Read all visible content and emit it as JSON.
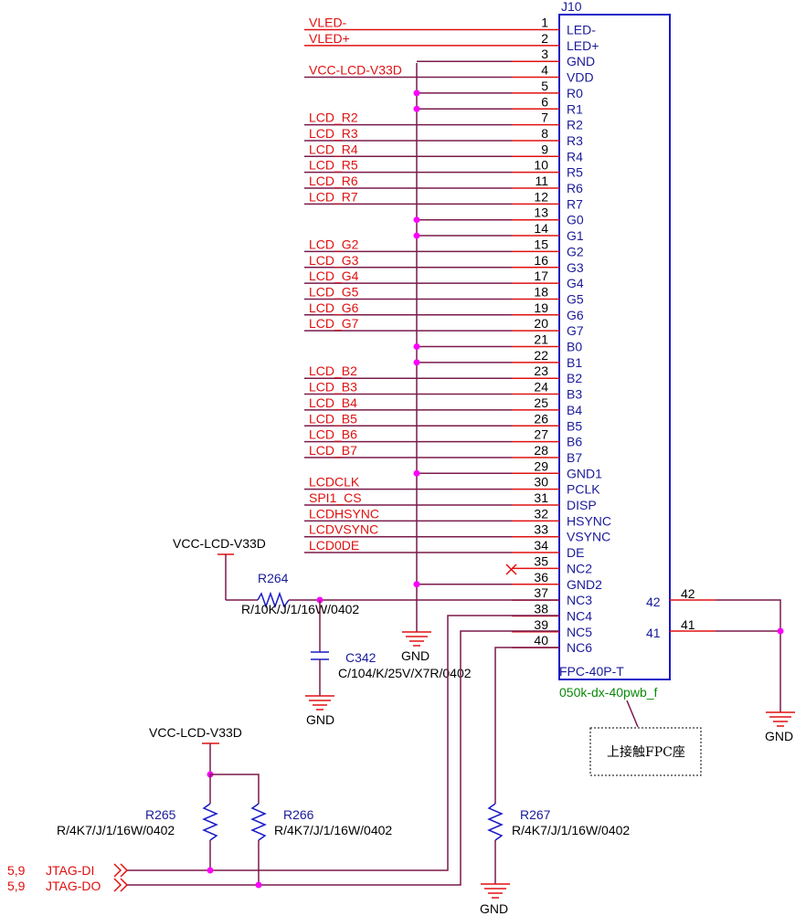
{
  "connector": {
    "ref": "J10",
    "part": "FPC-40P-T",
    "footprint": "050k-dx-40pwb_f",
    "note": "上接触FPC座",
    "pins": [
      {
        "num": "1",
        "name": "LED-",
        "net": "VLED-"
      },
      {
        "num": "2",
        "name": "LED+",
        "net": "VLED+"
      },
      {
        "num": "3",
        "name": "GND",
        "net": ""
      },
      {
        "num": "4",
        "name": "VDD",
        "net": "VCC-LCD-V33D"
      },
      {
        "num": "5",
        "name": "R0",
        "net": ""
      },
      {
        "num": "6",
        "name": "R1",
        "net": ""
      },
      {
        "num": "7",
        "name": "R2",
        "net": "LCD_R2"
      },
      {
        "num": "8",
        "name": "R3",
        "net": "LCD_R3"
      },
      {
        "num": "9",
        "name": "R4",
        "net": "LCD_R4"
      },
      {
        "num": "10",
        "name": "R5",
        "net": "LCD_R5"
      },
      {
        "num": "11",
        "name": "R6",
        "net": "LCD_R6"
      },
      {
        "num": "12",
        "name": "R7",
        "net": "LCD_R7"
      },
      {
        "num": "13",
        "name": "G0",
        "net": ""
      },
      {
        "num": "14",
        "name": "G1",
        "net": ""
      },
      {
        "num": "15",
        "name": "G2",
        "net": "LCD_G2"
      },
      {
        "num": "16",
        "name": "G3",
        "net": "LCD_G3"
      },
      {
        "num": "17",
        "name": "G4",
        "net": "LCD_G4"
      },
      {
        "num": "18",
        "name": "G5",
        "net": "LCD_G5"
      },
      {
        "num": "19",
        "name": "G6",
        "net": "LCD_G6"
      },
      {
        "num": "20",
        "name": "G7",
        "net": "LCD_G7"
      },
      {
        "num": "21",
        "name": "B0",
        "net": ""
      },
      {
        "num": "22",
        "name": "B1",
        "net": ""
      },
      {
        "num": "23",
        "name": "B2",
        "net": "LCD_B2"
      },
      {
        "num": "24",
        "name": "B3",
        "net": "LCD_B3"
      },
      {
        "num": "25",
        "name": "B4",
        "net": "LCD_B4"
      },
      {
        "num": "26",
        "name": "B5",
        "net": "LCD_B5"
      },
      {
        "num": "27",
        "name": "B6",
        "net": "LCD_B6"
      },
      {
        "num": "28",
        "name": "B7",
        "net": "LCD_B7"
      },
      {
        "num": "29",
        "name": "GND1",
        "net": ""
      },
      {
        "num": "30",
        "name": "PCLK",
        "net": "LCDCLK"
      },
      {
        "num": "31",
        "name": "DISP",
        "net": "SPI1_CS"
      },
      {
        "num": "32",
        "name": "HSYNC",
        "net": "LCDHSYNC"
      },
      {
        "num": "33",
        "name": "VSYNC",
        "net": "LCDVSYNC"
      },
      {
        "num": "34",
        "name": "DE",
        "net": "LCD0DE"
      },
      {
        "num": "35",
        "name": "NC2",
        "net": ""
      },
      {
        "num": "36",
        "name": "GND2",
        "net": ""
      },
      {
        "num": "37",
        "name": "NC3",
        "net": ""
      },
      {
        "num": "38",
        "name": "NC4",
        "net": ""
      },
      {
        "num": "39",
        "name": "NC5",
        "net": ""
      },
      {
        "num": "40",
        "name": "NC6",
        "net": ""
      }
    ],
    "shield_pins": [
      {
        "num": "42",
        "label": "42"
      },
      {
        "num": "41",
        "label": "41"
      }
    ]
  },
  "components": {
    "r264": {
      "ref": "R264",
      "value": "R/10K/J/1/16W/0402"
    },
    "c342": {
      "ref": "C342",
      "value": "C/104/K/25V/X7R/0402"
    },
    "r265": {
      "ref": "R265",
      "value": "R/4K7/J/1/16W/0402"
    },
    "r266": {
      "ref": "R266",
      "value": "R/4K7/J/1/16W/0402"
    },
    "r267": {
      "ref": "R267",
      "value": "R/4K7/J/1/16W/0402"
    }
  },
  "power": {
    "vcc1": "VCC-LCD-V33D",
    "vcc2": "VCC-LCD-V33D",
    "gnd": "GND"
  },
  "ports": [
    {
      "page": "5,9",
      "name": "JTAG-DI"
    },
    {
      "page": "5,9",
      "name": "JTAG-DO"
    }
  ],
  "colors": {
    "net_label": "#e01010",
    "wire": "#7a1a4a",
    "component": "#1a1ac8",
    "junction": "#ff00ff",
    "footprint": "#0a8a0a"
  }
}
